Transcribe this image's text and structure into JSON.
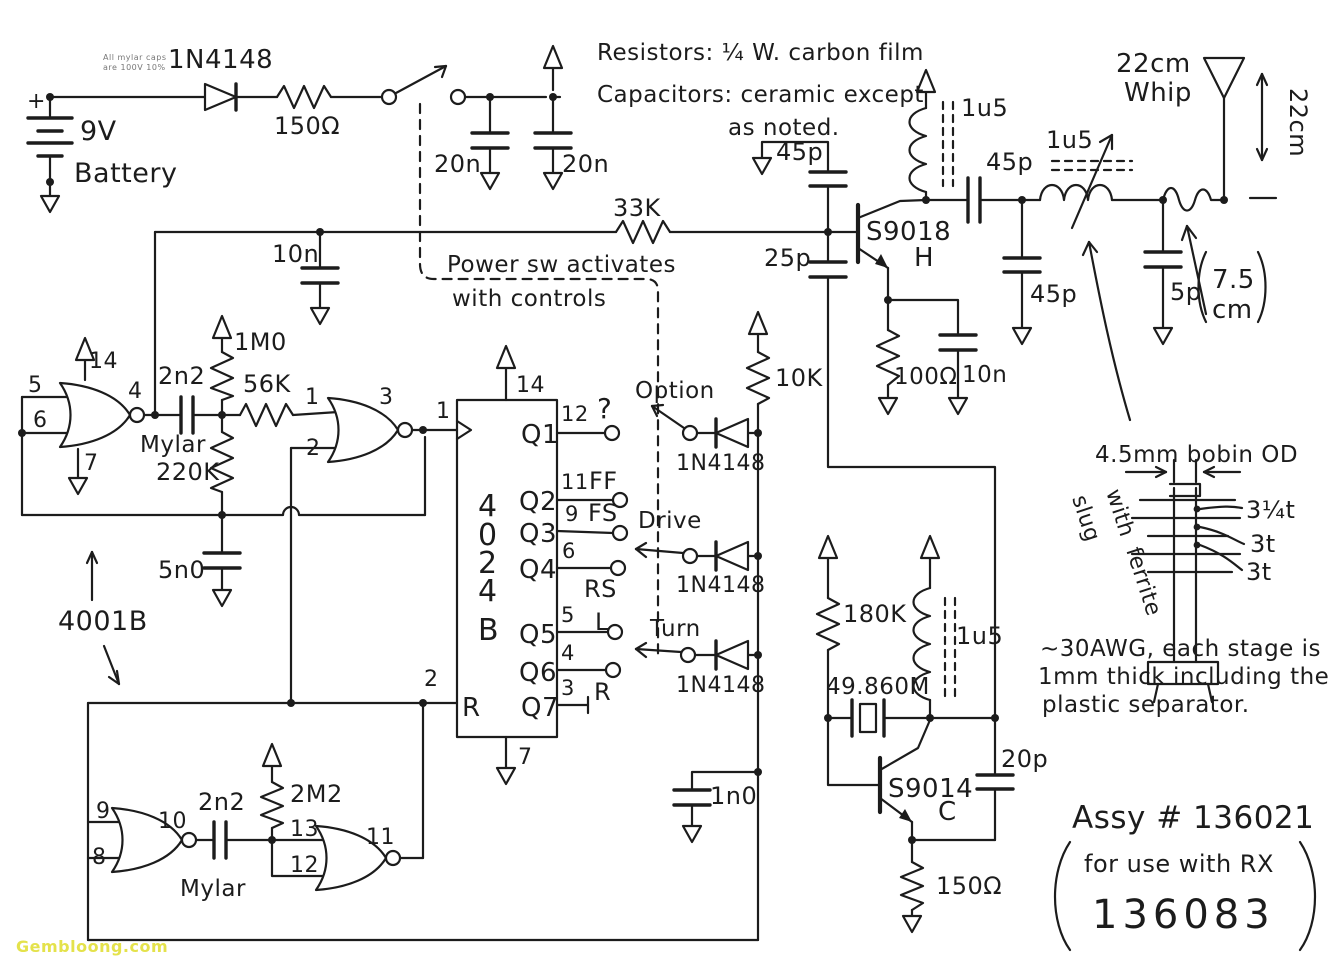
{
  "colors": {
    "ink": "#1c1c1c",
    "paper": "#ffffff",
    "watermark": "#e4e24b"
  },
  "watermark": "Gembloong.com",
  "notes": {
    "mylar1": "All mylar caps",
    "mylar2": "are 100V 10%",
    "res": "Resistors: ¼ W. carbon film",
    "cap": "Capacitors: ceramic except",
    "cap2": "as noted.",
    "powersw1": "Power sw activates",
    "powersw2": "with controls"
  },
  "supply": {
    "plus": "+",
    "v": "9V",
    "battery": "Battery",
    "diode": "1N4148",
    "r": "150Ω",
    "c1": "20n",
    "c2": "20n"
  },
  "audio_osc": {
    "ic": "4001B",
    "g1": {
      "pin5": "5",
      "pin6": "6",
      "pin14": "14",
      "pin4": "4",
      "pin7": "7"
    },
    "c_2n2": "2n2",
    "mylar": "Mylar",
    "r_1m0": "1M0",
    "r_220k": "220K",
    "r_56k": "56K",
    "c_5n0": "5n0",
    "g2": {
      "pin1": "1",
      "pin2": "2",
      "pin3": "3"
    },
    "c_10n": "10n"
  },
  "control_osc": {
    "g3": {
      "pin9": "9",
      "pin8": "8",
      "pin10": "10"
    },
    "c_2n2": "2n2",
    "mylar": "Mylar",
    "r_2m2": "2M2",
    "g4": {
      "pin13": "13",
      "pin12": "12",
      "pin11": "11"
    },
    "pin2": "2"
  },
  "counter": {
    "ic": [
      "4",
      "0",
      "2",
      "4",
      "B"
    ],
    "pin14": "14",
    "pin7": "7",
    "pin1": "1",
    "clock_r": "R",
    "rows": [
      {
        "q": "Q1",
        "pin": "12",
        "fn": "?"
      },
      {
        "q": "Q2",
        "pin": "11",
        "fn": "FF"
      },
      {
        "q": "Q3",
        "pin": "9",
        "fn": "FS"
      },
      {
        "q": "Q4",
        "pin": "6",
        "fn": "RS"
      },
      {
        "q": "Q5",
        "pin": "5",
        "fn": "L"
      },
      {
        "q": "Q6",
        "pin": "4",
        "fn": "R"
      },
      {
        "q": "Q7",
        "pin": "3",
        "fn": ""
      }
    ],
    "sw": {
      "option": "Option",
      "drive": "Drive",
      "turn": "Turn"
    },
    "d1": "1N4148",
    "d2": "1N4148",
    "d3": "1N4148",
    "r_10k": "10K",
    "c_1n0": "1n0"
  },
  "modulator": {
    "r_33k": "33K",
    "c_45p": "45p",
    "c_25p": "25p",
    "q": "S9018",
    "suffix": "H",
    "r_100": "100Ω",
    "c_10n": "10n"
  },
  "rf": {
    "l1": "1u5",
    "c_45p_series": "45p",
    "l2": "1u5",
    "c_45p_shunt": "45p",
    "c_5p": "5p",
    "whip1": "22cm",
    "whip2": "Whip",
    "dim": "22cm",
    "tap1": "7.5",
    "tap2": "cm"
  },
  "xtal_osc": {
    "r_180k": "180K",
    "xtal": "49.860M",
    "l": "1u5",
    "q": "S9014",
    "suffix": "C",
    "c_20p": "20p",
    "r_150": "150Ω"
  },
  "bobbin": {
    "title": "4.5mm bobin OD",
    "slug": "slug",
    "with": "with",
    "ferrite": "ferrite",
    "turns": [
      "3¼t",
      "3t",
      "3t"
    ],
    "note1": "~30AWG, each stage is",
    "note2": "1mm thick including the",
    "note3": "plastic separator."
  },
  "assy": {
    "line1": "Assy # 136021",
    "line2": "for use with RX",
    "line3": "136083"
  }
}
